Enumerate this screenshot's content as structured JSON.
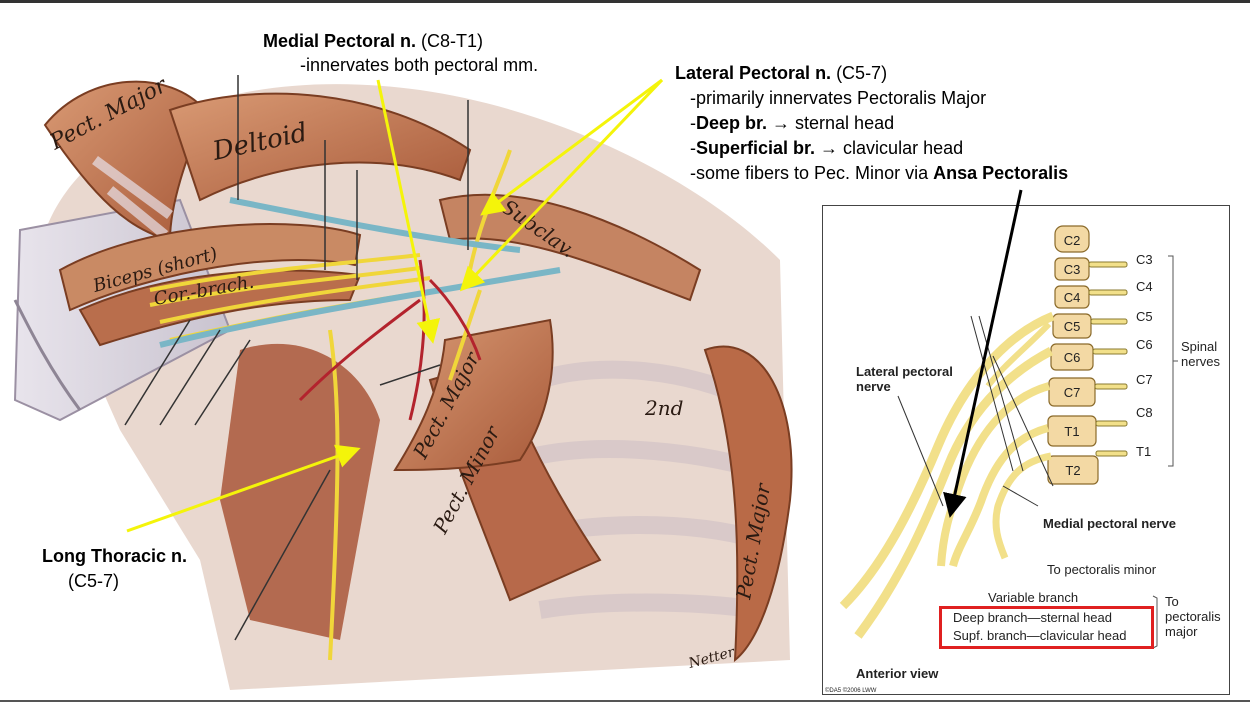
{
  "labels": {
    "medial_pectoral": {
      "title": "Medial Pectoral n.",
      "roots": " (C8-T1)",
      "line1": "-innervates both pectoral mm."
    },
    "lateral_pectoral": {
      "title": "Lateral Pectoral n.",
      "roots": " (C5-7)",
      "line1": "-primarily innervates Pectoralis Major",
      "deep_bold": "Deep br.",
      "deep_rest": " → sternal head",
      "sup_bold": "Superficial br.",
      "sup_rest": " → clavicular head",
      "ansa_pre": "-some fibers to Pec. Minor via ",
      "ansa_bold": "Ansa Pectoralis"
    },
    "long_thoracic": {
      "title": "Long Thoracic n.",
      "roots": "(C5-7)"
    }
  },
  "anatomy_text": {
    "pect_major_top": "Pect. Major",
    "deltoid": "Deltoid",
    "biceps": "Biceps (short)",
    "corbrach": "Cor.-brach.",
    "subclav": "Subclav.",
    "pect_major_mid": "Pect. Major",
    "pect_minor": "Pect. Minor",
    "second": "2nd",
    "pect_major_right": "Pect. Major",
    "signature": "Netter"
  },
  "inset": {
    "vertebrae": [
      "C2",
      "C3",
      "C4",
      "C5",
      "C6",
      "C7",
      "T1",
      "T2"
    ],
    "nerve_labels": [
      "C3",
      "C4",
      "C5",
      "C6",
      "C7",
      "C8",
      "T1"
    ],
    "spinal_nerves": [
      "Spinal",
      "nerves"
    ],
    "lateral_pectoral_nerve": [
      "Lateral pectoral",
      "nerve"
    ],
    "medial_pectoral_nerve": "Medial pectoral nerve",
    "to_pect_minor": "To pectoralis minor",
    "variable_branch": "Variable branch",
    "deep_branch": "Deep branch—sternal head",
    "supf_branch": "Supf. branch—clavicular head",
    "to_pect_major": [
      "To",
      "pectoralis",
      "major"
    ],
    "anterior_view": "Anterior view",
    "copyright": "©DA5 ©2006 LWW"
  },
  "colors": {
    "nerve": "#f2e08a",
    "nerve_outline": "#8a7a30",
    "arrow_yellow": "#f4f40a",
    "highlight_red": "#e02020",
    "muscle": "#c07a55",
    "bone": "#f3d9a4"
  }
}
